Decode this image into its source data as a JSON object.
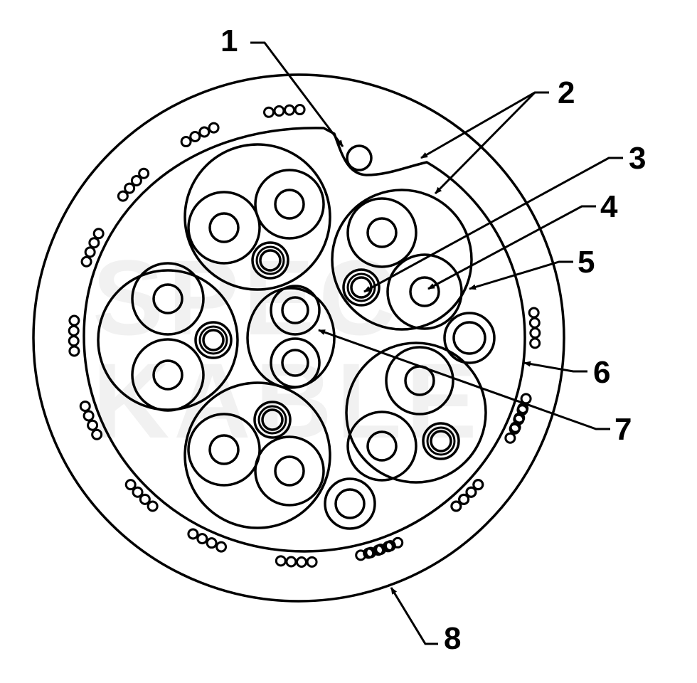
{
  "diagram": {
    "title": "Cable cross-section",
    "callouts": [
      "1",
      "2",
      "3",
      "4",
      "5",
      "6",
      "7",
      "8"
    ],
    "watermark": {
      "line1": "SPEC",
      "line2": "KABLE"
    },
    "colors": {
      "stroke": "#000000",
      "background": "#ffffff",
      "watermark": "#f1f1f1"
    }
  }
}
